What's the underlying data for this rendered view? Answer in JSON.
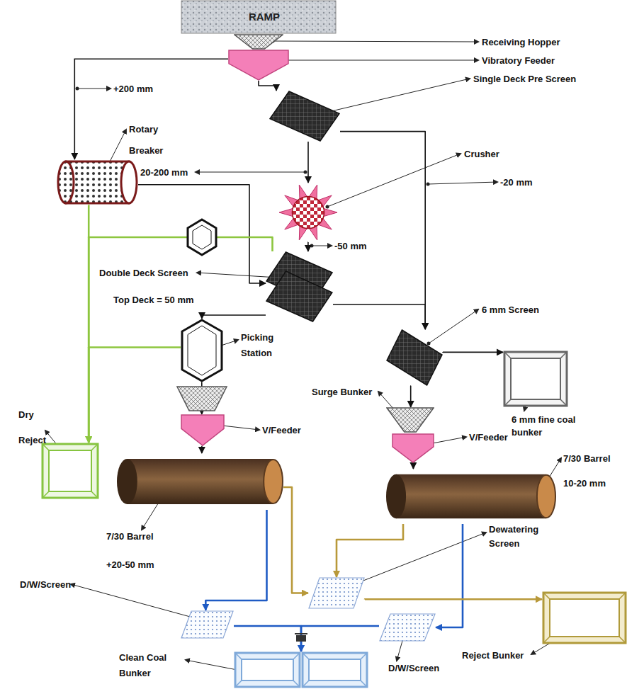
{
  "diagram": {
    "nodes": [
      {
        "text": [
          "RAMP"
        ]
      },
      {
        "text": [
          "Receiving Hopper"
        ]
      },
      {
        "text": [
          "Vibratory Feeder"
        ]
      },
      {
        "text": [
          "Single Deck Pre Screen"
        ]
      },
      {
        "text": [
          "Rotary Breaker"
        ]
      },
      {
        "text": [
          "Crusher"
        ]
      },
      {
        "text": [
          "Double Deck Screen",
          "Top Deck = 50 mm"
        ]
      },
      {
        "text": [
          "Picking Station"
        ]
      },
      {
        "text": [
          "6 mm Screen"
        ]
      },
      {
        "text": [
          "6 mm fine coal bunker"
        ]
      },
      {
        "text": [
          "Surge Bunker"
        ]
      },
      {
        "text": [
          "V/Feeder"
        ]
      },
      {
        "text": [
          "V/Feeder"
        ]
      },
      {
        "text": [
          "7/30 Barrel",
          "+20-50 mm"
        ]
      },
      {
        "text": [
          "7/30 Barrel",
          "10-20 mm"
        ]
      },
      {
        "text": [
          "Dewatering Screen"
        ]
      },
      {
        "text": [
          "D/W/Screen"
        ]
      },
      {
        "text": [
          "D/W/Screen"
        ]
      },
      {
        "text": [
          "Clean Coal Bunker"
        ]
      },
      {
        "text": [
          "Reject Bunker"
        ]
      },
      {
        "text": [
          "Dry Reject"
        ]
      }
    ],
    "edges": [
      {
        "from": 2,
        "to": 3,
        "arrow": "to"
      },
      {
        "from": 2,
        "to": 4,
        "arrow": "to"
      },
      {
        "from": 3,
        "to": 5,
        "arrow": "to"
      },
      {
        "from": 3,
        "to": 8,
        "arrow": "to"
      },
      {
        "from": 5,
        "to": 6,
        "arrow": "to"
      },
      {
        "from": 4,
        "to": 20,
        "arrow": "to"
      },
      {
        "from": 4,
        "to": 6,
        "arrow": "to"
      },
      {
        "from": 6,
        "to": 20,
        "arrow": "to"
      },
      {
        "from": 6,
        "to": 7,
        "arrow": "to"
      },
      {
        "from": 6,
        "to": 8,
        "arrow": "to"
      },
      {
        "from": 7,
        "to": 20,
        "arrow": "to"
      },
      {
        "from": 7,
        "to": 11,
        "arrow": "to"
      },
      {
        "from": 8,
        "to": 10,
        "arrow": "to"
      },
      {
        "from": 8,
        "to": 9,
        "arrow": "to"
      },
      {
        "from": 11,
        "to": 13,
        "arrow": "to"
      },
      {
        "from": 12,
        "to": 14,
        "arrow": "to"
      },
      {
        "from": 13,
        "to": 16,
        "arrow": "to"
      },
      {
        "from": 13,
        "to": 15,
        "arrow": "to"
      },
      {
        "from": 14,
        "to": 15,
        "arrow": "to"
      },
      {
        "from": 14,
        "to": 17,
        "arrow": "to"
      },
      {
        "from": 15,
        "to": 19,
        "arrow": "to"
      },
      {
        "from": 16,
        "to": 18,
        "arrow": "to"
      },
      {
        "from": 17,
        "to": 18,
        "arrow": "to"
      }
    ],
    "labels": [
      "+200 mm",
      "20-200 mm",
      "-20 mm",
      "-50 mm"
    ]
  }
}
